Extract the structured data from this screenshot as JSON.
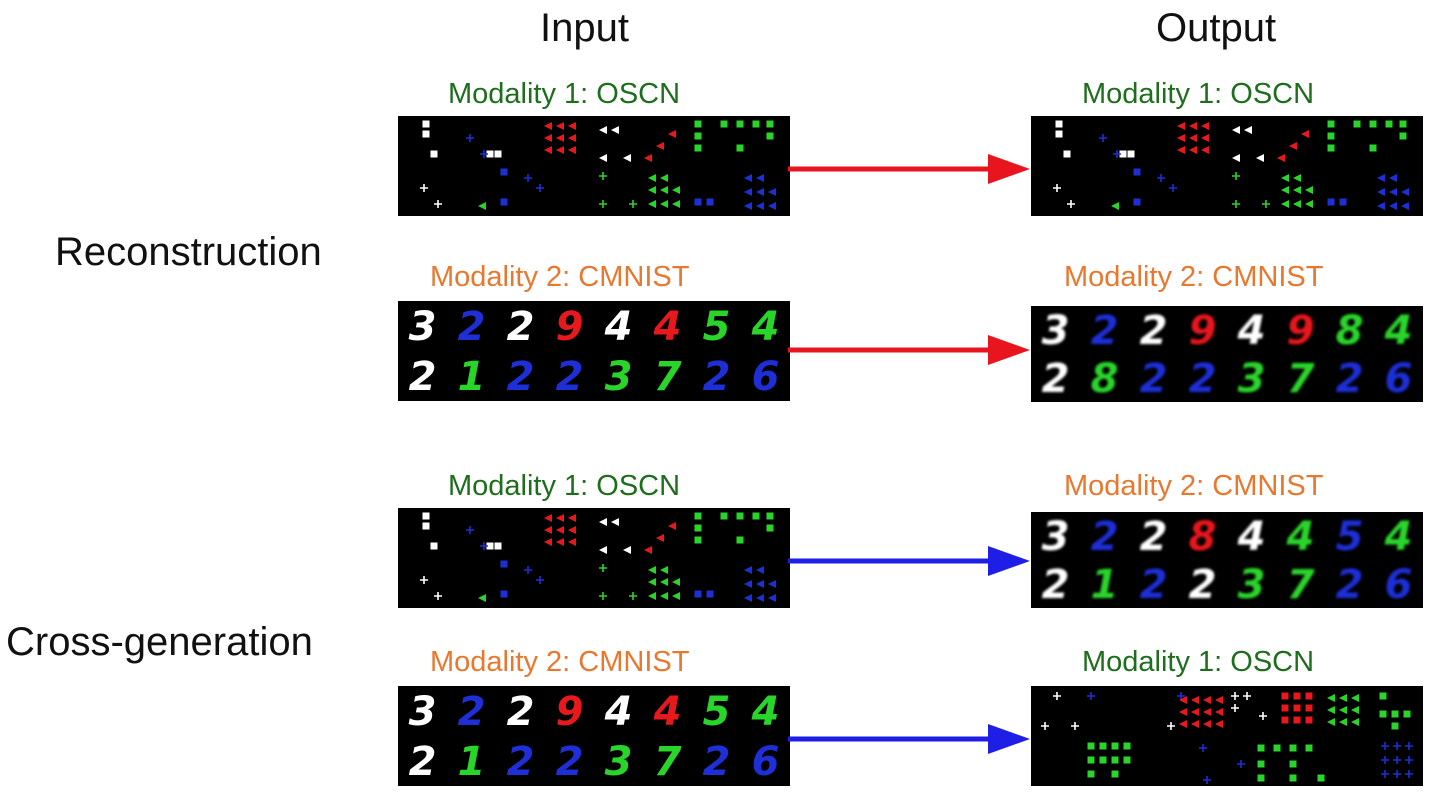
{
  "columns": {
    "input": "Input",
    "output": "Output"
  },
  "rows": {
    "reconstruction": "Reconstruction",
    "cross_generation": "Cross-generation"
  },
  "modality_labels": {
    "m1": "Modality 1: OSCN",
    "m2": "Modality 2: CMNIST"
  },
  "colors": {
    "m1_label": "#1e6e1e",
    "m2_label": "#e8782e",
    "reconstruction_arrow": "#e8141e",
    "cross_generation_arrow": "#1e1ee6",
    "red": "#e8191c",
    "green": "#2ad52a",
    "blue": "#1f2fd8",
    "white": "#ffffff"
  },
  "cmnist_input": [
    [
      {
        "d": "3",
        "c": "white"
      },
      {
        "d": "2",
        "c": "blue"
      },
      {
        "d": "2",
        "c": "white"
      },
      {
        "d": "9",
        "c": "red"
      },
      {
        "d": "4",
        "c": "white"
      },
      {
        "d": "4",
        "c": "red"
      },
      {
        "d": "5",
        "c": "green"
      },
      {
        "d": "4",
        "c": "green"
      }
    ],
    [
      {
        "d": "2",
        "c": "white"
      },
      {
        "d": "1",
        "c": "green"
      },
      {
        "d": "2",
        "c": "blue"
      },
      {
        "d": "2",
        "c": "blue"
      },
      {
        "d": "3",
        "c": "green"
      },
      {
        "d": "7",
        "c": "green"
      },
      {
        "d": "2",
        "c": "blue"
      },
      {
        "d": "6",
        "c": "blue"
      }
    ]
  ],
  "cmnist_recon": [
    [
      {
        "d": "3",
        "c": "white"
      },
      {
        "d": "2",
        "c": "blue"
      },
      {
        "d": "2",
        "c": "white"
      },
      {
        "d": "9",
        "c": "red"
      },
      {
        "d": "4",
        "c": "white"
      },
      {
        "d": "9",
        "c": "red"
      },
      {
        "d": "8",
        "c": "green"
      },
      {
        "d": "4",
        "c": "green"
      }
    ],
    [
      {
        "d": "2",
        "c": "white"
      },
      {
        "d": "8",
        "c": "green"
      },
      {
        "d": "2",
        "c": "blue"
      },
      {
        "d": "2",
        "c": "blue"
      },
      {
        "d": "3",
        "c": "green"
      },
      {
        "d": "7",
        "c": "green"
      },
      {
        "d": "2",
        "c": "blue"
      },
      {
        "d": "6",
        "c": "blue"
      }
    ]
  ],
  "cmnist_cross": [
    [
      {
        "d": "3",
        "c": "white"
      },
      {
        "d": "2",
        "c": "blue"
      },
      {
        "d": "2",
        "c": "white"
      },
      {
        "d": "8",
        "c": "red"
      },
      {
        "d": "4",
        "c": "white"
      },
      {
        "d": "4",
        "c": "green"
      },
      {
        "d": "5",
        "c": "blue"
      },
      {
        "d": "4",
        "c": "green"
      }
    ],
    [
      {
        "d": "2",
        "c": "white"
      },
      {
        "d": "1",
        "c": "green"
      },
      {
        "d": "2",
        "c": "blue"
      },
      {
        "d": "2",
        "c": "white"
      },
      {
        "d": "3",
        "c": "green"
      },
      {
        "d": "7",
        "c": "green"
      },
      {
        "d": "2",
        "c": "blue"
      },
      {
        "d": "6",
        "c": "blue"
      }
    ]
  ]
}
